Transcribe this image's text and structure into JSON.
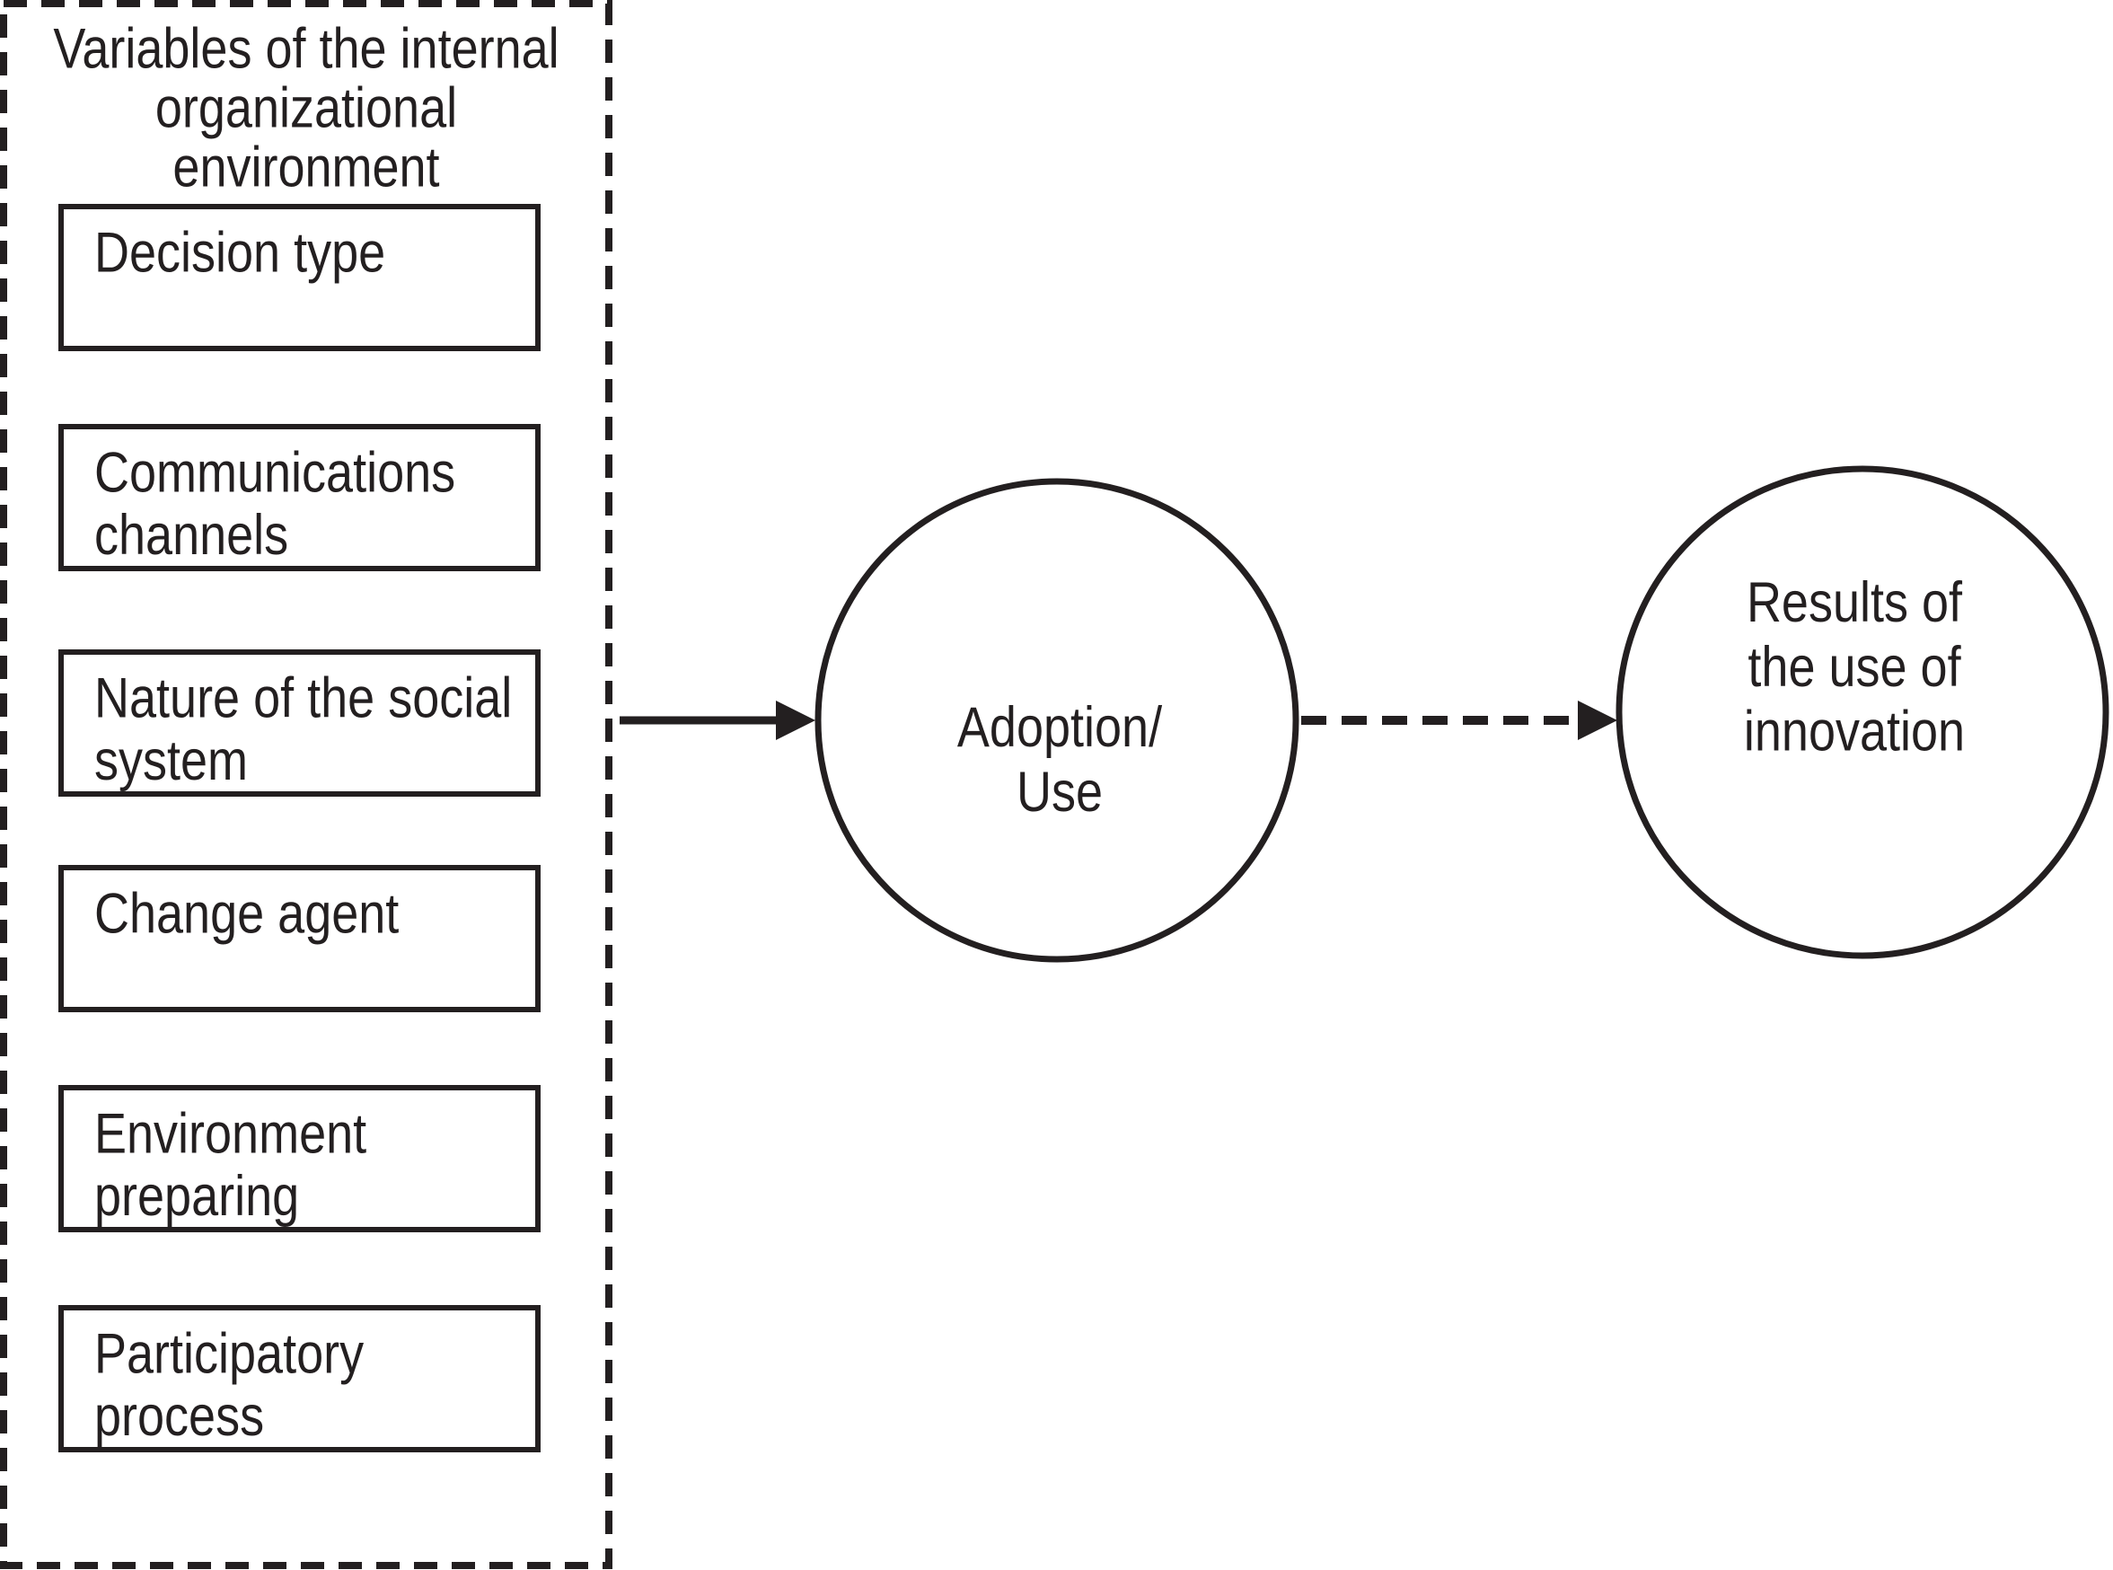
{
  "colors": {
    "ink": "#231f20",
    "background": "#ffffff"
  },
  "panel": {
    "title": "Variables of the internal organizational environment",
    "title_lines": [
      "Variables of the internal",
      "organizational",
      "environment"
    ],
    "boxes": [
      {
        "label": "Decision type",
        "lines": [
          "Decision type"
        ]
      },
      {
        "label": "Communications channels",
        "lines": [
          "Communications",
          "channels"
        ]
      },
      {
        "label": "Nature of the social system",
        "lines": [
          "Nature of the social",
          "system"
        ]
      },
      {
        "label": "Change agent",
        "lines": [
          "Change agent"
        ]
      },
      {
        "label": "Environment preparing",
        "lines": [
          "Environment",
          "preparing"
        ]
      },
      {
        "label": "Participatory process",
        "lines": [
          "Participatory",
          "process"
        ]
      }
    ]
  },
  "nodes": {
    "adoption": {
      "label": "Adoption/Use",
      "lines": [
        "Adoption/",
        "Use"
      ]
    },
    "results": {
      "label": "Results of the use of innovation",
      "lines": [
        "Results of",
        "the use of",
        "innovation"
      ]
    }
  },
  "edges": [
    {
      "from": "variables-panel",
      "to": "adoption-use-node",
      "style": "solid"
    },
    {
      "from": "adoption-use-node",
      "to": "results-node",
      "style": "dashed"
    }
  ]
}
